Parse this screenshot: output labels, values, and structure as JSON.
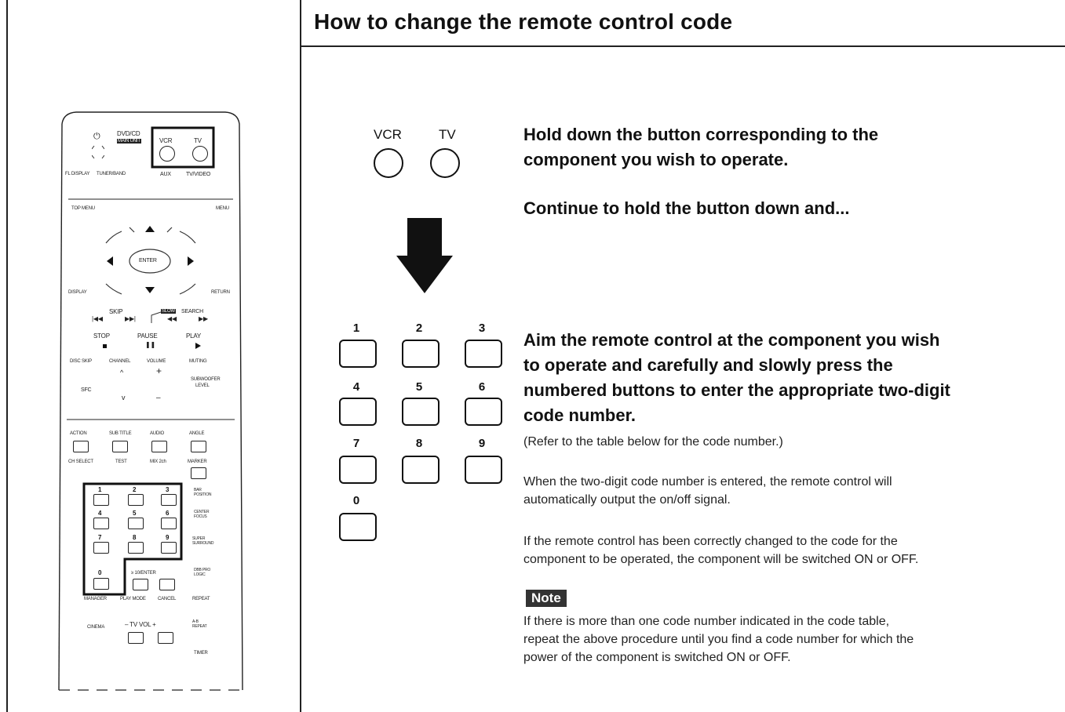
{
  "title": "How to change the remote control code",
  "component_buttons": [
    {
      "label": "VCR"
    },
    {
      "label": "TV"
    }
  ],
  "step1": "Hold down the button corresponding to the",
  "step1b": "component you wish to operate.",
  "step2": "Continue to hold the button down and...",
  "numpad": [
    "1",
    "2",
    "3",
    "4",
    "5",
    "6",
    "7",
    "8",
    "9",
    "0"
  ],
  "step3_lines": [
    "Aim the remote control at the component you wish",
    "to operate and carefully and slowly press the",
    "numbered buttons to enter the appropriate two-digit",
    "code number."
  ],
  "refer": "(Refer to the table below for the code number.)",
  "para1_lines": [
    "When the two-digit code number is entered, the remote control will",
    "automatically output the on/off signal."
  ],
  "para2_lines": [
    "If the remote control has been correctly changed to the code for the",
    "component to be operated, the component will be switched ON or OFF."
  ],
  "note_label": "Note",
  "note_lines": [
    "If there is more than one code number indicated in the code table,",
    "repeat the above procedure until you find a code number for which the",
    "power of the component is switched ON or OFF."
  ],
  "remote": {
    "power_symbol": "⏻",
    "dvdcd": "DVD/CD",
    "dvdcd_tag": "MAIN UNIT",
    "vcr": "VCR",
    "tv": "TV",
    "fl_display": "FL DISPLAY",
    "tuner_band": "TUNER/BAND",
    "aux": "AUX",
    "tv_video": "TV/VIDEO",
    "top_menu": "TOP MENU",
    "menu": "MENU",
    "enter": "ENTER",
    "display": "DISPLAY",
    "return": "RETURN",
    "skip": "SKIP",
    "slow": "SLOW",
    "search": "SEARCH",
    "stop": "STOP",
    "pause": "PAUSE",
    "play": "PLAY",
    "disc_skip": "DISC SKIP",
    "channel": "CHANNEL",
    "volume": "VOLUME",
    "muting": "MUTING",
    "sfc": "SFC",
    "subwoofer": "SUBWOOFER",
    "level": "LEVEL",
    "ch_up": "^",
    "ch_down": "v",
    "vol_up": "+",
    "vol_down": "–",
    "action": "ACTION",
    "subtitle": "SUB TITLE",
    "audio": "AUDIO",
    "angle": "ANGLE",
    "ch_select": "CH SELECT",
    "test": "TEST",
    "qsub": "MIX 2ch",
    "marker": "MARKER",
    "side_btns": [
      "BAR POSITION",
      "CENTER FOCUS",
      "SUPER SURROUND",
      "DBB PRO LOGIC"
    ],
    "enter10": "≥ 10/ENTER",
    "manager": "MANAGER",
    "play_mode": "PLAY MODE",
    "cancel": "CANCEL",
    "repeat": "REPEAT",
    "cinema": "CINEMA",
    "tv_vol": "– TV VOL +",
    "ab_repeat": "A-B REPEAT",
    "timer": "TIMER",
    "keys": [
      "1",
      "2",
      "3",
      "4",
      "5",
      "6",
      "7",
      "8",
      "9",
      "0"
    ]
  }
}
